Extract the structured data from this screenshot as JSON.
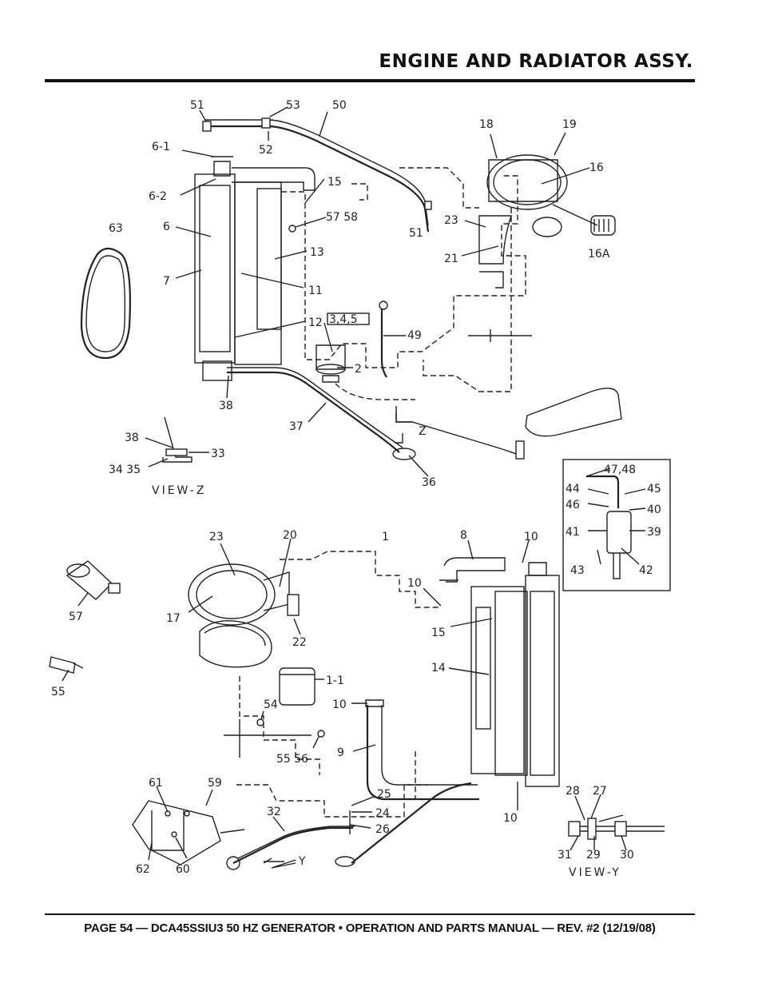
{
  "header": {
    "title": "ENGINE AND RADIATOR ASSY."
  },
  "footer": {
    "text": "PAGE 54 — DCA45SSIU3 50 HZ GENERATOR • OPERATION AND PARTS MANUAL — REV. #2 (12/19/08)"
  },
  "views": {
    "view_z": "VIEW-Z",
    "view_y": "VIEW-Y"
  },
  "callouts": [
    "51",
    "53",
    "50",
    "52",
    "6-1",
    "6-2",
    "6",
    "7",
    "63",
    "15",
    "57 58",
    "13",
    "11",
    "12",
    "3,4,5",
    "2",
    "18",
    "19",
    "16",
    "23",
    "51",
    "21",
    "16A",
    "49",
    "38",
    "37",
    "Z",
    "36",
    "38",
    "33",
    "34 35",
    "47,48",
    "44",
    "45",
    "46",
    "40",
    "41",
    "39",
    "43",
    "42",
    "23",
    "20",
    "17",
    "22",
    "1",
    "8",
    "10",
    "10",
    "15",
    "14",
    "57",
    "55",
    "1-1",
    "54",
    "55 56",
    "10",
    "9",
    "61",
    "59",
    "25",
    "24",
    "26",
    "32",
    "62",
    "60",
    "Y",
    "28",
    "27",
    "31",
    "29",
    "30",
    "10"
  ]
}
